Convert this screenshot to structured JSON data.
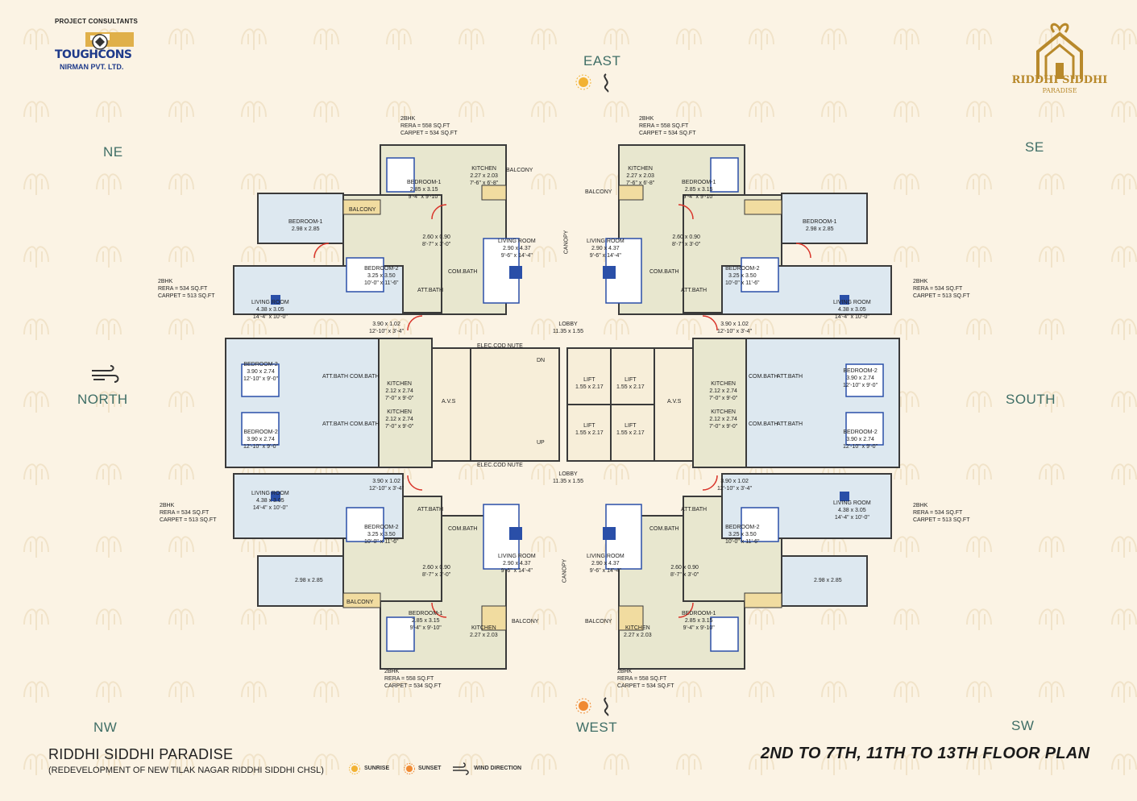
{
  "consultant": {
    "header": "PROJECT CONSULTANTS",
    "brand": "TOUGHCONS",
    "brand_sub": "NIRMAN PVT. LTD."
  },
  "emblem": {
    "line1": "RIDDHI SIDDHI",
    "line2": "PARADISE"
  },
  "directions": {
    "east": "EAST",
    "west": "WEST",
    "north": "NORTH",
    "south": "SOUTH",
    "ne": "NE",
    "se": "SE",
    "nw": "NW",
    "sw": "SW"
  },
  "units": {
    "top_left": {
      "type": "2BHK",
      "rera": "RERA = 558 SQ.FT",
      "carpet": "CARPET = 534 SQ.FT"
    },
    "top_right": {
      "type": "2BHK",
      "rera": "RERA = 558 SQ.FT",
      "carpet": "CARPET = 534 SQ.FT"
    },
    "left_upper": {
      "type": "2BHK",
      "rera": "RERA = 534 SQ.FT",
      "carpet": "CARPET = 513 SQ.FT"
    },
    "right_upper": {
      "type": "2BHK",
      "rera": "RERA = 534 SQ.FT",
      "carpet": "CARPET = 513 SQ.FT"
    },
    "left_lower": {
      "type": "2BHK",
      "rera": "RERA = 534 SQ.FT",
      "carpet": "CARPET = 513 SQ.FT"
    },
    "right_lower": {
      "type": "2BHK",
      "rera": "RERA = 534 SQ.FT",
      "carpet": "CARPET = 513 SQ.FT"
    },
    "bottom_left": {
      "type": "2BHK",
      "rera": "RERA = 558 SQ.FT",
      "carpet": "CARPET = 534 SQ.FT"
    },
    "bottom_right": {
      "type": "2BHK",
      "rera": "RERA = 558 SQ.FT",
      "carpet": "CARPET = 534 SQ.FT"
    }
  },
  "rooms": {
    "bedroom1": "BEDROOM-1",
    "bedroom2": "BEDROOM-2",
    "kitchen": "KITCHEN",
    "living": "LIVING ROOM",
    "balcony": "BALCONY",
    "com_bath": "COM.BATH",
    "att_bath": "ATT.BATH",
    "canopy": "CANOPY",
    "lobby": "LOBBY",
    "lift": "LIFT",
    "avs": "A.V.S",
    "elec": "ELEC.COD NUTE",
    "dn": "DN",
    "up": "UP",
    "dim_bed1": "2.85 x 3.15",
    "dim_bed1_ft": "9'-4\" x 9'-10\"",
    "dim_kit": "2.27 x 2.03",
    "dim_kit_ft": "7'-6\" x 6'-8\"",
    "dim_living": "2.90 x 4.37",
    "dim_living_ft": "9'-6\" x 14'-4\"",
    "dim_bed2": "3.25 x 3.50",
    "dim_bed2_ft": "10'-0\" x 11'-6\"",
    "dim_passage": "2.60 x 0.90",
    "dim_passage_ft": "8'-7\" x 3'-0\"",
    "dim_lobby": "11.35 x 1.55",
    "dim_lift": "1.55 x 2.17",
    "dim_corr": "3.90 x 1.02",
    "dim_corr_ft": "12'-10\" x 3'-4\"",
    "dim_side_bed": "2.98 x 2.85",
    "dim_side_living": "4.38 x 3.05",
    "dim_side_living_ft": "14'-4\" x 10'-0\"",
    "dim_side_kit": "2.12 x 2.74",
    "dim_side_kit_ft": "7'-0\" x 9'-0\"",
    "dim_side_bed2": "3.90 x 2.74",
    "dim_side_bed2_ft": "12'-10\" x 9'-0\""
  },
  "footer": {
    "title": "RIDDHI SIDDHI PARADISE",
    "subtitle": "(REDEVELOPMENT OF NEW TILAK NAGAR RIDDHI SIDDHI CHSL)",
    "floor_plan": "2ND TO 7TH, 11TH TO 13TH FLOOR PLAN",
    "legend": {
      "sunrise": "SUNRISE",
      "sunset": "SUNSET",
      "wind": "WIND DIRECTION"
    }
  },
  "colors": {
    "background": "#fbf3e4",
    "direction_text": "#3f6e66",
    "room_fill": "#e8e7cf",
    "living_fill": "#dde8f0",
    "balcony_fill": "#f1dca0",
    "wall": "#3a3a3a",
    "door": "#d9352b",
    "furniture": "#2a4fa8"
  }
}
